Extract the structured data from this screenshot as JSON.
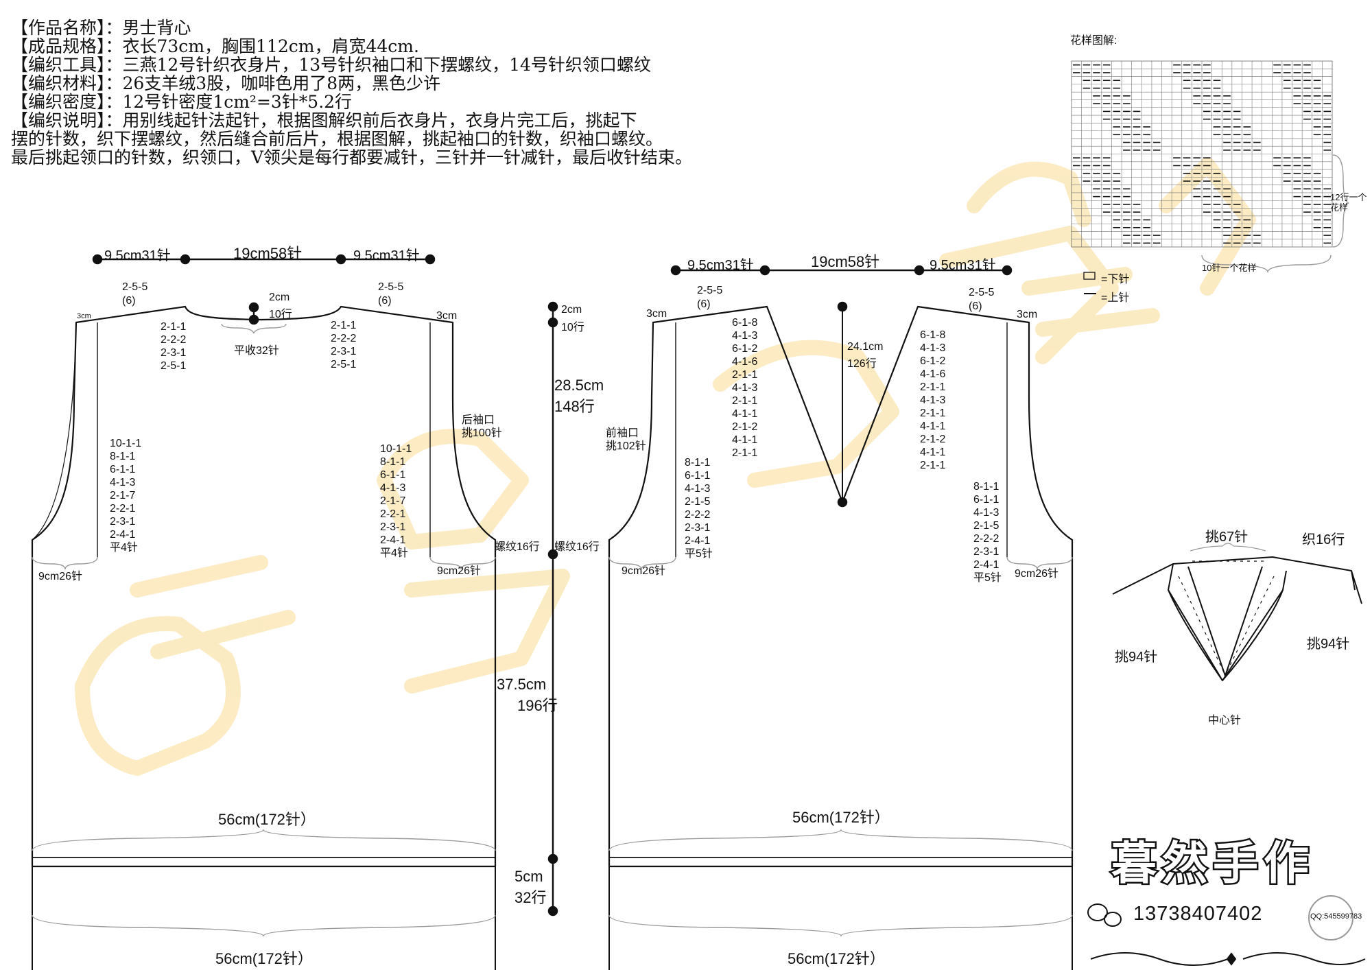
{
  "header": {
    "lines": [
      "【作品名称】：男士背心",
      "【成品规格】：衣长73cm，胸围112cm，肩宽44cm.",
      "【编织工具】：三燕12号针织衣身片，13号针织袖口和下摆螺纹，14号针织领口螺纹",
      "【编织材料】：26支羊绒3股，咖啡色用了8两，黑色少许",
      "【编织密度】：12号针密度1cm²=3针*5.2行",
      "【编织说明】：用别线起针法起针，根据图解织前后衣身片，衣身片完工后，挑起下",
      "摆的针数，织下摆螺纹，然后缝合前后片，根据图解，挑起袖口的针数，织袖口螺纹。",
      "最后挑起领口的针数，织领口，V领尖是每行都要减针，三针并一针减针，最后收针结束。"
    ]
  },
  "back": {
    "top_left": "9.5cm31针",
    "top_mid": "19cm58针",
    "top_right": "9.5cm31针",
    "shoulder_left": "2-5-5",
    "shoulder_left_n": "(6)",
    "shoulder_right": "2-5-5",
    "shoulder_right_n": "(6)",
    "neck_depth": "2cm",
    "neck_rows": "10行",
    "neck_bind": "平收32针",
    "edge_left": "3cm",
    "edge_right": "3cm",
    "neck_dec_left": "2-1-1\n2-2-2\n2-3-1\n2-5-1",
    "neck_dec_right": "2-1-1\n2-2-2\n2-3-1\n2-5-1",
    "armhole_label_1": "后袖口",
    "armhole_label_2": "挑100针",
    "armhole_dec_left": "10-1-1\n8-1-1\n6-1-1\n4-1-3\n2-1-7\n2-2-1\n2-3-1\n2-4-1\n平4针",
    "armhole_dec_right": "10-1-1\n8-1-1\n6-1-1\n4-1-3\n2-1-7\n2-2-1\n2-3-1\n2-4-1\n平4针",
    "underarm_left": "9cm26针",
    "underarm_right": "9cm26针",
    "rib_right": "螺纹16行",
    "width_upper": "56cm(172针）",
    "width_lower": "56cm(172针）"
  },
  "vertical": {
    "a_cm": "2cm",
    "a_rows": "10行",
    "b_cm": "28.5cm",
    "b_rows": "148行",
    "c_cm": "37.5cm",
    "c_rows": "196行",
    "d_cm": "5cm",
    "d_rows": "32行"
  },
  "front": {
    "top_left": "9.5cm31针",
    "top_mid": "19cm58针",
    "top_right": "9.5cm31针",
    "shoulder_left": "2-5-5",
    "shoulder_left_n": "(6)",
    "shoulder_right": "2-5-5",
    "shoulder_right_n": "(6)",
    "edge_left": "3cm",
    "edge_right": "3cm",
    "v_depth": "24.1cm",
    "v_rows": "126行",
    "v_dec_left": "6-1-8\n4-1-3\n6-1-2\n4-1-6\n2-1-1\n4-1-3\n2-1-1\n4-1-1\n2-1-2\n4-1-1\n2-1-1",
    "v_dec_right": "6-1-8\n4-1-3\n6-1-2\n4-1-6\n2-1-1\n4-1-3\n2-1-1\n4-1-1\n2-1-2\n4-1-1\n2-1-1",
    "armhole_label_1": "前袖口",
    "armhole_label_2": "挑102针",
    "armhole_dec_left": "8-1-1\n6-1-1\n4-1-3\n2-1-5\n2-2-2\n2-3-1\n2-4-1\n平5针",
    "armhole_dec_right": "8-1-1\n6-1-1\n4-1-3\n2-1-5\n2-2-2\n2-3-1\n2-4-1\n平5针",
    "rib_left": "螺纹16行",
    "underarm_left": "9cm26针",
    "underarm_right": "9cm26针",
    "width_upper": "56cm(172针）",
    "width_lower": "56cm(172针）"
  },
  "pattern": {
    "title": "花样图解:",
    "repeat_rows": "12行一个花样",
    "repeat_sts": "10针一个花样",
    "legend_knit": "=下针",
    "legend_purl": "=上针"
  },
  "collar": {
    "pick_top": "挑67针",
    "knit_rows": "织16行",
    "pick_left": "挑94针",
    "pick_right": "挑94针",
    "center": "中心针"
  },
  "brand": {
    "name": "暮然手作",
    "phone": "13738407402",
    "qq": "QQ:545599783"
  },
  "colors": {
    "ink": "#111111",
    "watermark": "#fbe8b8",
    "guide": "#999999"
  }
}
